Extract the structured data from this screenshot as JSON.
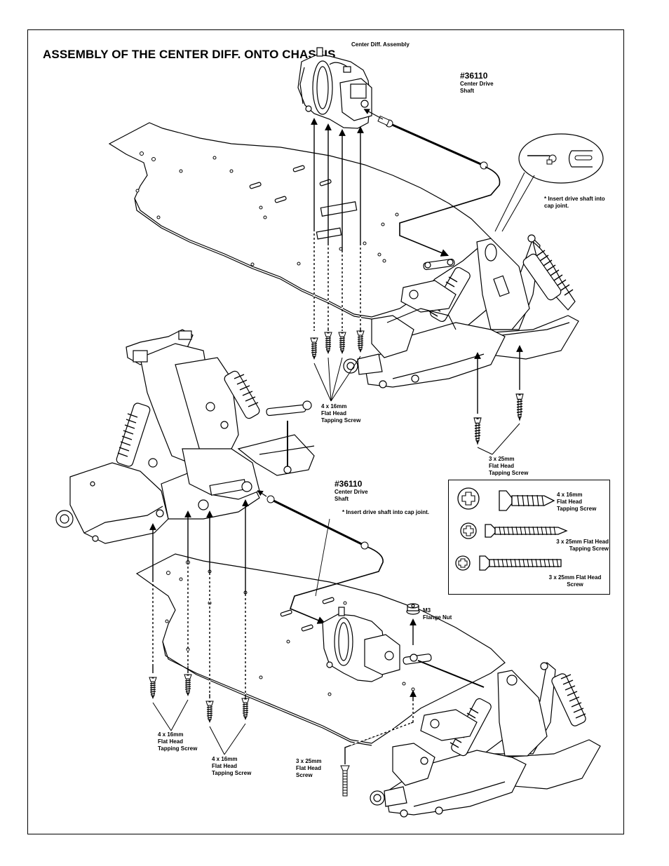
{
  "title": "ASSEMBLY OF THE CENTER DIFF. ONTO CHASSIS",
  "top_section": {
    "center_diff_label": "Center Diff. Assembly",
    "part_number": "#36110",
    "part_name": "Center Drive\nShaft",
    "insert_note": "* Insert drive shaft into\n   cap joint.",
    "screw_label_4x16": "4 x 16mm\nFlat Head\nTapping Screw",
    "screw_label_3x25": "3 x 25mm\nFlat Head\nTapping Screw"
  },
  "bottom_section": {
    "part_number": "#36110",
    "part_name": "Center Drive\nShaft",
    "insert_note": "* Insert drive shaft into cap joint.",
    "nut_label": "M3\nFlange Nut",
    "screw_label_left": "4 x 16mm\nFlat Head\nTapping Screw",
    "screw_label_mid": "4 x 16mm\nFlat Head\nTapping Screw",
    "screw_label_right": "3 x 25mm\nFlat Head\nScrew"
  },
  "legend": {
    "items": [
      {
        "label": "4 x 16mm\nFlat Head\nTapping Screw",
        "icon": "phillips-flat-head-tapping-screw-short"
      },
      {
        "label": "3 x 25mm Flat Head\nTapping Screw",
        "icon": "phillips-flat-head-tapping-screw-long"
      },
      {
        "label": "3 x 25mm  Flat Head\nScrew",
        "icon": "phillips-flat-head-machine-screw"
      }
    ]
  }
}
